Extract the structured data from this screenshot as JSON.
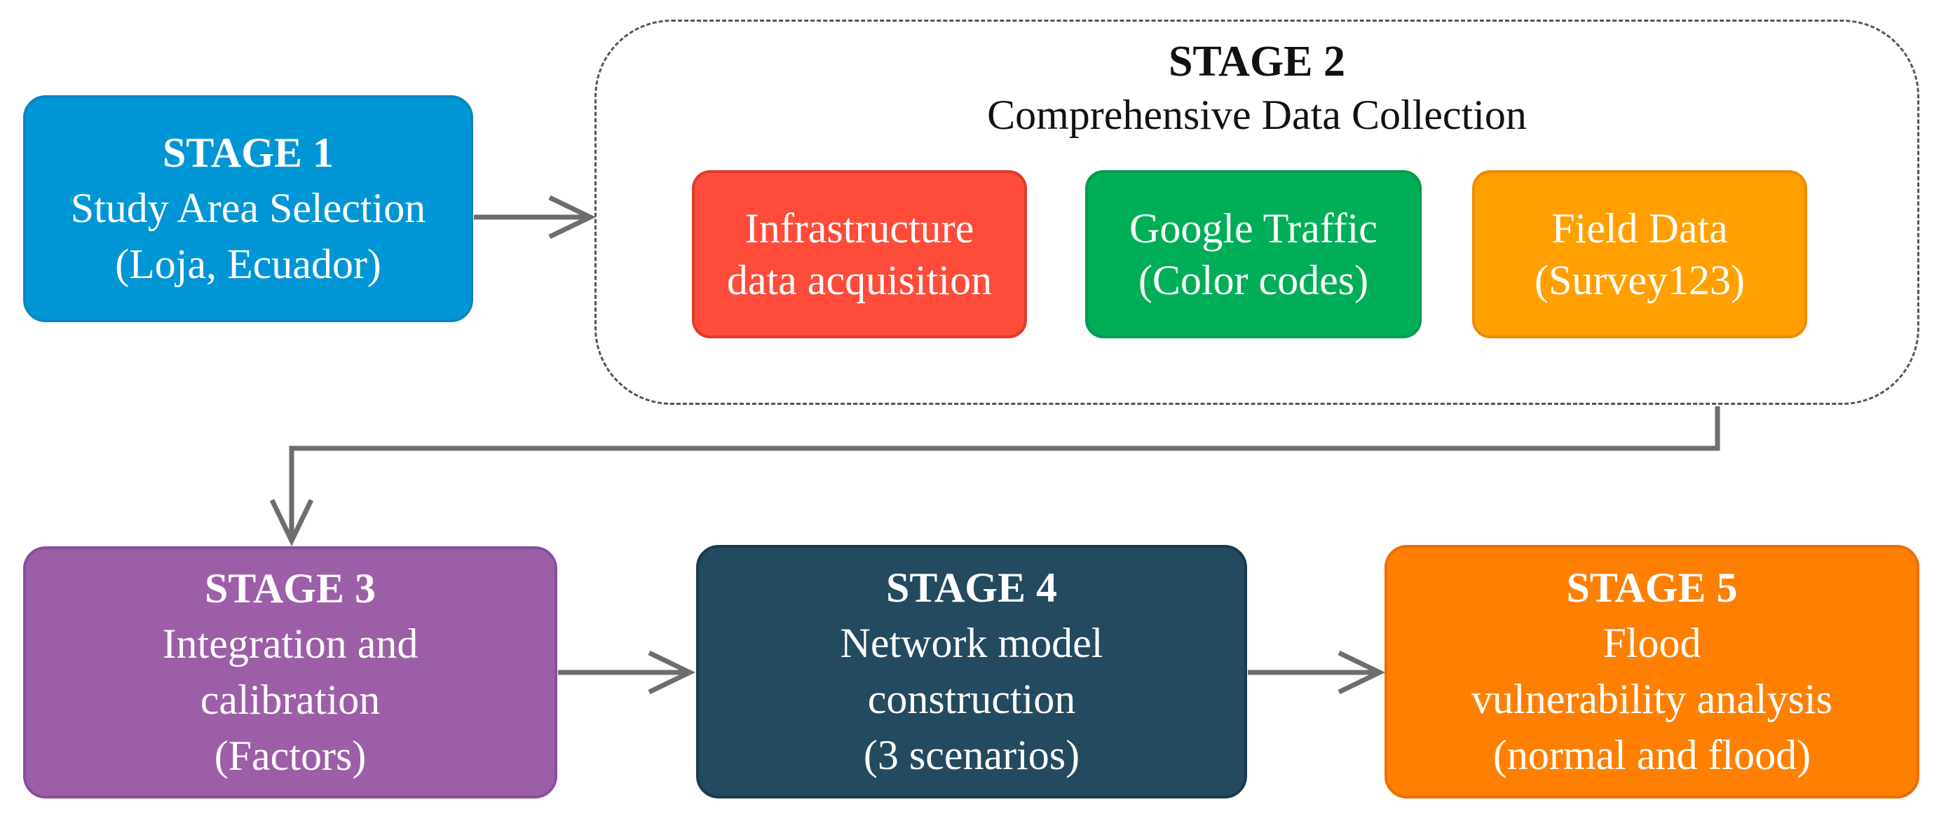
{
  "stage1": {
    "title": "STAGE 1",
    "line1": "Study Area Selection",
    "line2": "(Loja, Ecuador)",
    "color": "#0096d6"
  },
  "stage2": {
    "title": "STAGE 2",
    "subtitle": "Comprehensive Data Collection",
    "items": [
      {
        "line1": "Infrastructure",
        "line2": "data acquisition",
        "color": "#ff4b3a"
      },
      {
        "line1": "Google Traffic",
        "line2": "(Color codes)",
        "color": "#00ae58"
      },
      {
        "line1": "Field Data",
        "line2": "(Survey123)",
        "color": "#ffa000"
      }
    ]
  },
  "stage3": {
    "title": "STAGE 3",
    "line1": "Integration and",
    "line2": "calibration",
    "line3": "(Factors)",
    "color": "#9c5ea6"
  },
  "stage4": {
    "title": "STAGE 4",
    "line1": "Network model",
    "line2": "construction",
    "line3": "(3 scenarios)",
    "color": "#244a5f"
  },
  "stage5": {
    "title": "STAGE 5",
    "line1": "Flood",
    "line2": "vulnerability analysis",
    "line3": "(normal and flood)",
    "color": "#ff8000"
  }
}
